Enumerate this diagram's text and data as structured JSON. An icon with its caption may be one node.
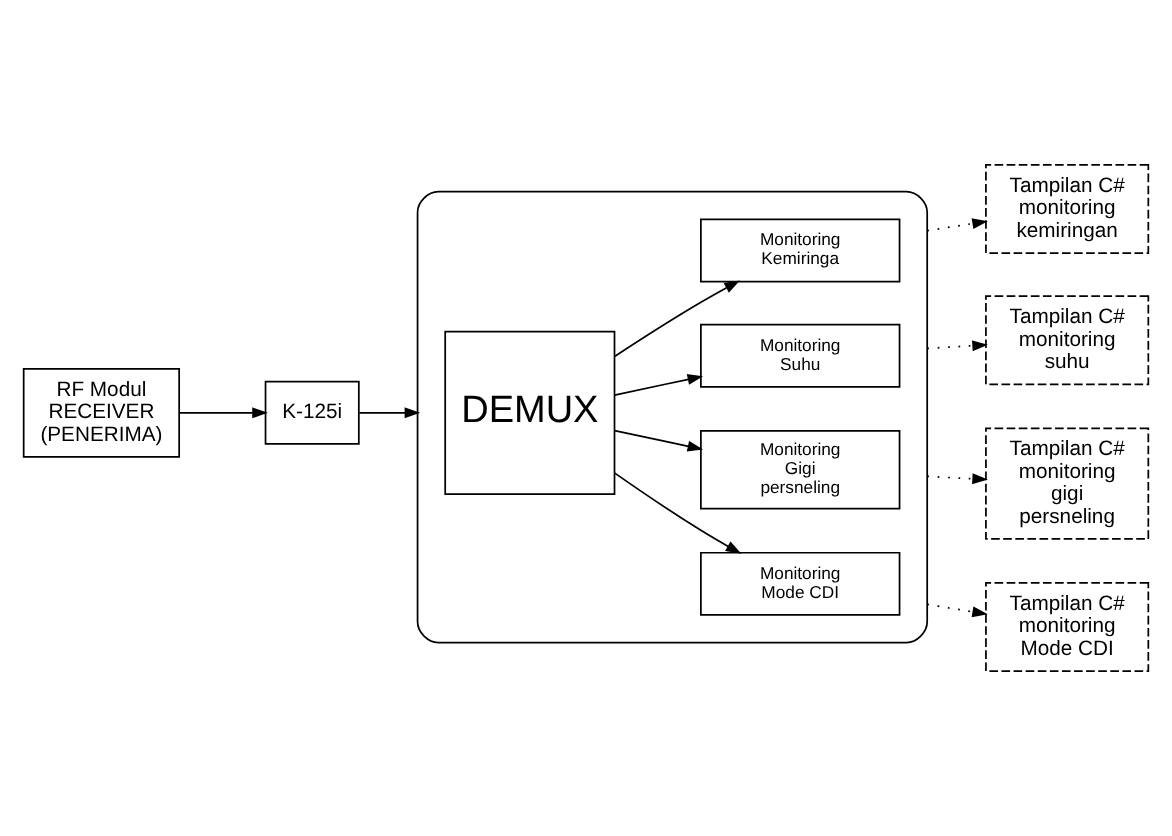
{
  "diagram": {
    "nodes": [
      {
        "text": [
          "RF Modul",
          "RECEIVER (PENERIMA)"
        ]
      },
      {
        "text": [
          "K-125i"
        ]
      },
      {
        "text": [],
        "shape": "box"
      },
      {
        "text": [
          "DEMUX"
        ],
        "in": 2
      },
      {
        "text": [
          "Monitoring Kemiringa"
        ],
        "in": 2
      },
      {
        "text": [
          "Monitoring Suhu"
        ],
        "in": 2
      },
      {
        "text": [
          "Monitoring Gigi persneling"
        ],
        "in": 2
      },
      {
        "text": [
          "Monitoring Mode CDI"
        ],
        "in": 2
      },
      {
        "text": [
          "Tampilan C# monitoring kemiringan"
        ]
      },
      {
        "text": [
          "Tampilan C# monitoring suhu"
        ]
      },
      {
        "text": [
          "Tampilan C# monitoring gigi persneling"
        ]
      },
      {
        "text": [
          "Tampilan C# monitoring Mode CDI"
        ]
      }
    ],
    "edges": [
      {
        "from": 0,
        "to": 1,
        "arrow": "to"
      },
      {
        "from": 1,
        "to": 2,
        "arrow": "to"
      },
      {
        "from": 3,
        "to": 4,
        "arrow": "to"
      },
      {
        "from": 3,
        "to": 5,
        "arrow": "to"
      },
      {
        "from": 3,
        "to": 6,
        "arrow": "to"
      },
      {
        "from": 3,
        "to": 7,
        "arrow": "to"
      },
      {
        "from": 2,
        "to": 8,
        "arrow": "to",
        "style": "dashed"
      },
      {
        "from": 2,
        "to": 9,
        "arrow": "to",
        "style": "dashed"
      },
      {
        "from": 2,
        "to": 10,
        "arrow": "to",
        "style": "dashed"
      },
      {
        "from": 2,
        "to": 11,
        "arrow": "to",
        "style": "dashed"
      }
    ]
  }
}
